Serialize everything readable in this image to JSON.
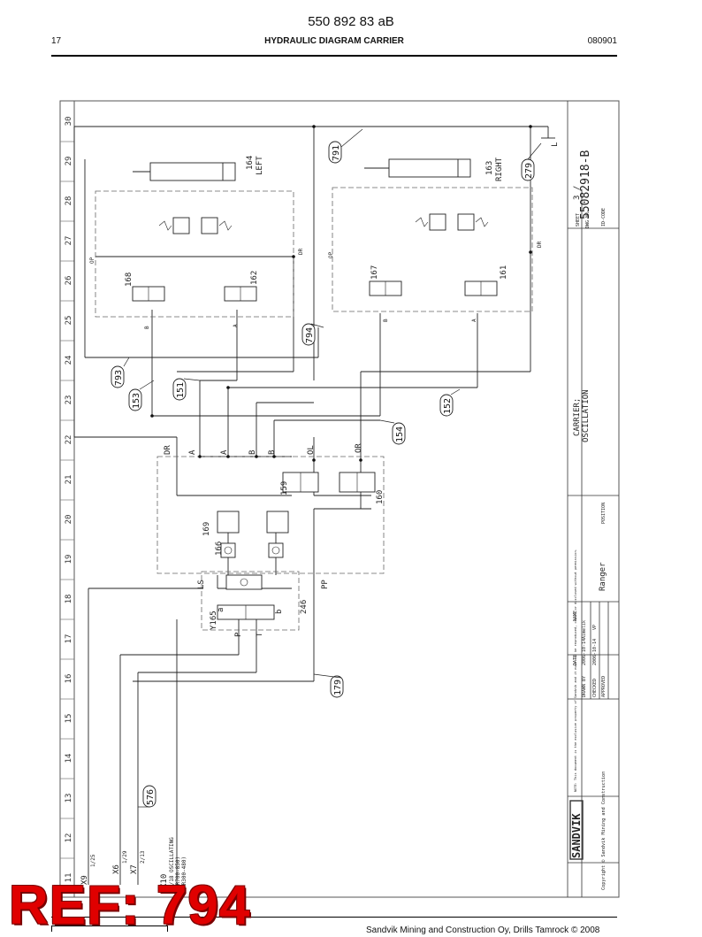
{
  "header": {
    "doc_number": "550 892 83 aB",
    "page": "17",
    "title": "HYDRAULIC DIAGRAM CARRIER",
    "date": "080901"
  },
  "footer": {
    "text": "Sandvik Mining and Construction Oy, Drills Tamrock © 2008"
  },
  "stamp": {
    "text": "REF: 794"
  },
  "grid_numbers": [
    "30",
    "29",
    "28",
    "27",
    "26",
    "25",
    "24",
    "23",
    "22",
    "21",
    "20",
    "19",
    "18",
    "17",
    "16",
    "15",
    "14",
    "13",
    "12",
    "11"
  ],
  "title_block": {
    "dwg_no": "55082918-B",
    "sheet_label": "SHEET",
    "sheet_value": "3 /",
    "dwg_label": "DWG NR",
    "id_label": "ID-CODE",
    "title_line1": "CARRIER;",
    "title_line2": "OSCILLATION",
    "position_label": "POSITION",
    "product": "Ranger",
    "date_label": "DATE",
    "name_label": "NAME",
    "drawn_label": "DRAWN BY",
    "drawn_date": "2006-10-14",
    "drawn_name": "Aimelik",
    "checked_label": "CHECKED",
    "checked_date": "2006-10-14",
    "checked_name": "VP",
    "approved_label": "APPROVED",
    "logo": "SANDVIK",
    "copyright": "Copyright © Sandvik Mining and Construction",
    "notice": "NOTE: This document is the exclusive property of Sandvik and it must not be reproduced, copied or disclosed without permission."
  },
  "components": {
    "c164": "164",
    "left": "LEFT",
    "c163": "163",
    "right": "RIGHT",
    "c168": "168",
    "c162": "162",
    "c167": "167",
    "c161": "161",
    "c169": "169",
    "c166": "166",
    "c159": "159",
    "c160": "160",
    "c246": "246",
    "y165": "Y165",
    "a": "a",
    "b": "b",
    "L": "L",
    "DR": "DR",
    "OP": "OP",
    "LS": "LS",
    "PP": "PP",
    "P": "P",
    "T": "T",
    "A": "A",
    "B": "B",
    "OL": "OL",
    "OR": "OR",
    "b_small": "B",
    "a_small": "A"
  },
  "callouts": [
    "791",
    "279",
    "793",
    "153",
    "151",
    "794",
    "152",
    "154",
    "179",
    "576"
  ],
  "connectors": {
    "x9": "X9",
    "x9_pin": "1/25",
    "x6": "X6",
    "x6_pin": "1/29",
    "x7": "X7",
    "x7_pin": "2/13",
    "x10": "X10",
    "x10_l1": "2/18  OSCILLATING",
    "x10_l2": "(R700-850)",
    "x10_l3": "(R300-480)"
  }
}
